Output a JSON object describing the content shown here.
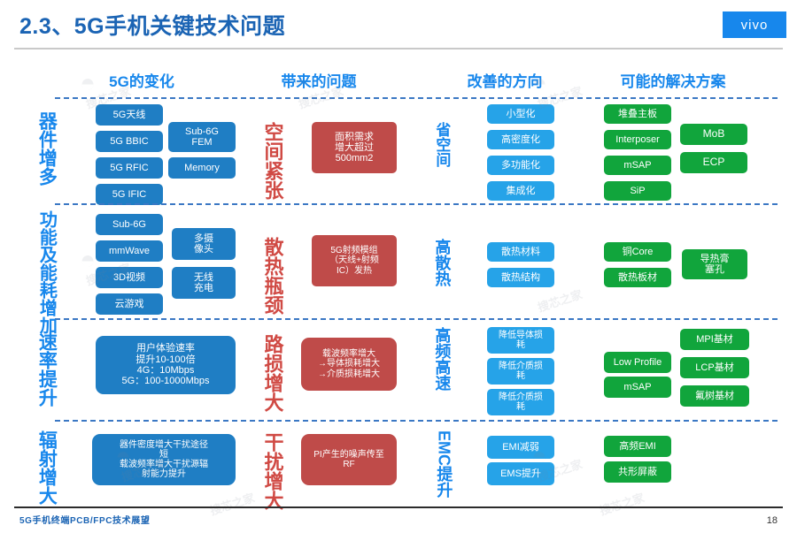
{
  "header": {
    "title": "2.3、5G手机关键技术问题",
    "logo": "vivo"
  },
  "columns": [
    {
      "label": "5G的变化"
    },
    {
      "label": "带来的问题"
    },
    {
      "label": "改善的方向"
    },
    {
      "label": "可能的解决方案"
    }
  ],
  "colors": {
    "title_blue": "#1b64b4",
    "accent_blue": "#1787ec",
    "box_blue_dark": "#1f7ec4",
    "box_blue_light": "#26a3e8",
    "box_green": "#11a53c",
    "box_red": "#bf4b49",
    "label_red": "#d04a44",
    "divider_blue": "#3b78c4"
  },
  "rows": [
    {
      "change_label": "器件增多",
      "problem_label": "空间紧张",
      "direction_label": "省空间",
      "changes_a": [
        "5G天线",
        "5G BBIC",
        "5G RFIC",
        "5G IFIC"
      ],
      "changes_b": [
        "Sub-6G\nFEM",
        "Memory"
      ],
      "problem": "面积需求\n增大超过\n500mm2",
      "directions": [
        "小型化",
        "高密度化",
        "多功能化",
        "集成化"
      ],
      "solutions_a": [
        "堆叠主板",
        "Interposer",
        "mSAP",
        "SiP"
      ],
      "solutions_b": [
        "MoB",
        "ECP"
      ]
    },
    {
      "change_label": "功能及能耗增加",
      "problem_label": "散热瓶颈",
      "direction_label": "高散热",
      "changes_a": [
        "Sub-6G",
        "mmWave",
        "3D视频",
        "云游戏"
      ],
      "changes_b": [
        "多摄\n像头",
        "无线\n充电"
      ],
      "problem": "5G射频模组\n（天线+射频\nIC）发热",
      "directions": [
        "散热材料",
        "散热结构"
      ],
      "solutions_a": [
        "铜Core",
        "散热板材"
      ],
      "solutions_b": [
        "导热膏\n塞孔"
      ]
    },
    {
      "change_label": "速率提升",
      "problem_label": "路损增大",
      "direction_label": "高频高速",
      "changes_a": [
        "用户体验速率\n提升10-100倍\n4G：10Mbps\n5G：100-1000Mbps"
      ],
      "changes_b": [],
      "problem": "载波频率增大\n→导体损耗增大\n→介质损耗增大",
      "directions": [
        "降低导体损\n耗",
        "降低介质损\n耗",
        "降低介质损\n耗"
      ],
      "solutions_a": [
        "Low Profile",
        "mSAP"
      ],
      "solutions_b": [
        "MPI基材",
        "LCP基材",
        "氟树基材"
      ]
    },
    {
      "change_label": "辐射增大",
      "problem_label": "干扰增大",
      "direction_label": "EMC提升",
      "changes_a": [
        "器件密度增大干扰途径\n短\n载波频率增大干扰源辐\n射能力提升"
      ],
      "changes_b": [],
      "problem": "PI产生的噪声传至\nRF",
      "directions": [
        "EMI减弱",
        "EMS提升"
      ],
      "solutions_a": [
        "高频EMI",
        "共形屏蔽"
      ],
      "solutions_b": []
    }
  ],
  "footer": {
    "text": "5G手机终端PCB/FPC技术展望",
    "page": "18"
  }
}
